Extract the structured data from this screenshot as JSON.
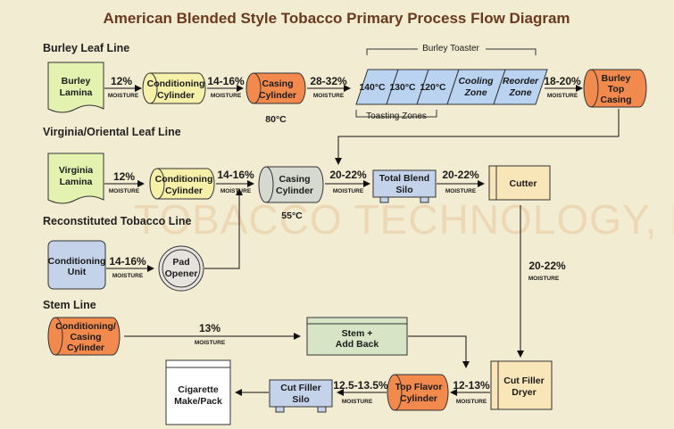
{
  "title": "American Blended Style Tobacco Primary Process Flow Diagram",
  "watermark": "TOBACCO TECHNOLOGY, INC.",
  "sections": {
    "burley": "Burley Leaf Line",
    "virginia": "Virginia/Oriental Leaf Line",
    "recon": "Reconstituted Tobacco Line",
    "stem": "Stem Line"
  },
  "moisture": "MOISTURE",
  "nodes": {
    "burley_lamina": [
      "Burley",
      "Lamina"
    ],
    "cond_cyl_1": [
      "Conditioning",
      "Cylinder"
    ],
    "casing_cyl_1": [
      "Casing",
      "Cylinder"
    ],
    "temp_80": "80°C",
    "toaster_title": "Burley Toaster",
    "toaster_zones": [
      "140°C",
      "130°C",
      "120°C",
      "Cooling|Zone",
      "Reorder|Zone"
    ],
    "toasting_zones": "Toasting Zones",
    "burley_top_casing": [
      "Burley",
      "Top",
      "Casing"
    ],
    "virginia_lamina": [
      "Virginia",
      "Lamina"
    ],
    "cond_cyl_2": [
      "Conditioning",
      "Cylinder"
    ],
    "casing_cyl_2": [
      "Casing",
      "Cylinder"
    ],
    "temp_55": "55°C",
    "total_blend_silo": [
      "Total Blend",
      "Silo"
    ],
    "cutter": "Cutter",
    "conditioning_unit": [
      "Conditioning",
      "Unit"
    ],
    "pad_opener": [
      "Pad",
      "Opener"
    ],
    "stem_cond_cyl": [
      "Conditioning/",
      "Casing",
      "Cylinder"
    ],
    "stem_add_back": [
      "Stem +",
      "Add Back"
    ],
    "cut_filler_dryer": [
      "Cut Filler",
      "Dryer"
    ],
    "top_flavor_cyl": [
      "Top Flavor",
      "Cylinder"
    ],
    "cut_filler_silo": [
      "Cut Filler",
      "Silo"
    ],
    "cigarette_make_pack": [
      "Cigarette",
      "Make/Pack"
    ]
  },
  "moisture_values": {
    "b1": "12%",
    "b2": "14-16%",
    "b3": "28-32%",
    "b4": "18-20%",
    "v1": "12%",
    "v2": "14-16%",
    "v3": "20-22%",
    "v4": "20-22%",
    "r1": "14-16%",
    "c1": "20-22%",
    "s1": "13%",
    "d1": "12-13%",
    "d2": "12.5-13.5%"
  },
  "colors": {
    "leaf": "#e4f2b0",
    "cond": "#f6f0a8",
    "casing": "#f28a4e",
    "toaster": "#b9d3f0",
    "gray": "#d6d9d0",
    "silo": "#c4d2ea",
    "cutter": "#f9e6b8",
    "stem": "#d8e4c6",
    "dryer": "#f9e6b8",
    "title": "#6b3a1e"
  }
}
